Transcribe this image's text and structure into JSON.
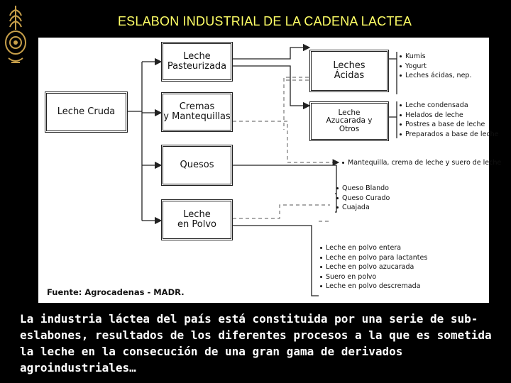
{
  "title": "ESLABON INDUSTRIAL DE LA CADENA LACTEA",
  "logo_icon": "wheat-and-seal-logo-icon",
  "diagram": {
    "source_root": "Leche Cruda",
    "processes": [
      "Leche\nPasteurizada",
      "Cremas\ny Mantequillas",
      "Quesos",
      "Leche\nen Polvo"
    ],
    "intermediates": [
      "Leches\nÁcidas",
      "Leche\nAzucarada y\nOtros"
    ],
    "products_acidas": [
      "Kumis",
      "Yogurt",
      "Leches ácidas, nep."
    ],
    "products_azucarada": [
      "Leche condensada",
      "Helados de leche",
      "Postres a base de leche",
      "Preparados a base de leche"
    ],
    "products_mantequilla": [
      "Mantequilla, crema de leche y suero de leche"
    ],
    "products_quesos": [
      "Queso Blando",
      "Queso Curado",
      "Cuajada"
    ],
    "products_polvo": [
      "Leche en polvo entera",
      "Leche en polvo para lactantes",
      "Leche en polvo azucarada",
      "Suero en polvo",
      "Leche en polvo descremada"
    ],
    "source_note": "Fuente: Agrocadenas - MADR."
  },
  "paragraph": "La industria láctea del país está constituida por una serie de sub-eslabones, resultados de los diferentes procesos a la que es sometida la leche en la consecución de una gran gama de derivados agroindustriales…",
  "colors": {
    "background": "#000000",
    "title": "#ffff66",
    "paragraph": "#ffffff",
    "logo": "#c8a04a"
  }
}
